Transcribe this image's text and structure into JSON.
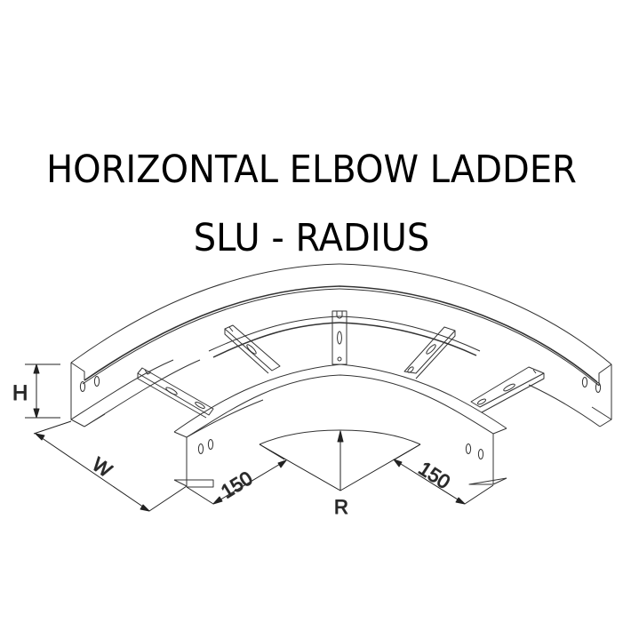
{
  "title": {
    "line1": "HORIZONTAL ELBOW LADDER",
    "line2": "SLU - RADIUS"
  },
  "diagram": {
    "subject": "horizontal elbow cable ladder (90°)",
    "dimensions": {
      "height_label": "H",
      "width_label": "W",
      "radius_label": "R",
      "left_straight_length": "150",
      "right_straight_length": "150"
    },
    "rungs_count": 5,
    "colors": {
      "line": "#333333",
      "background": "#ffffff",
      "text": "#000000"
    }
  }
}
